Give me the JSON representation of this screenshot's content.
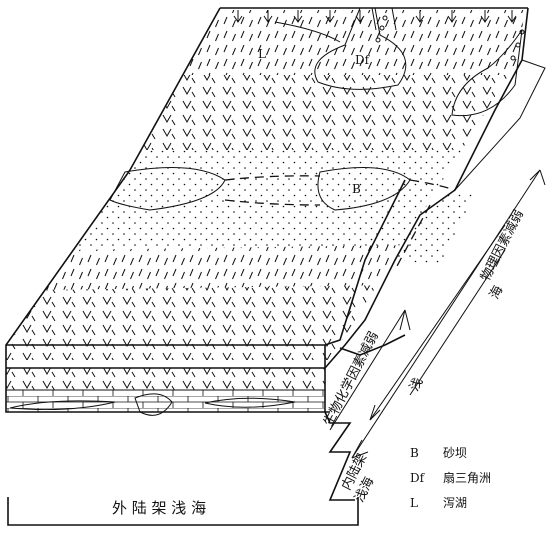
{
  "labels": {
    "outer_shelf": "外 陆 架 浅 海",
    "inner_shelf_top": "内陆架",
    "inner_shelf_bottom": "浅海",
    "bio_text": "生物化学因素减弱",
    "phys_text": "物理因素减弱",
    "shallow": "浅",
    "sea": "海",
    "lagoon_tag": "L",
    "fan_delta_tag": "Df",
    "sandbar_tag": "B"
  },
  "legend": [
    {
      "code": "B",
      "text": "砂坝"
    },
    {
      "code": "Df",
      "text": "扇三角洲"
    },
    {
      "code": "L",
      "text": "泻湖"
    }
  ],
  "colors": {
    "ink": "#111111",
    "paper": "#ffffff"
  }
}
